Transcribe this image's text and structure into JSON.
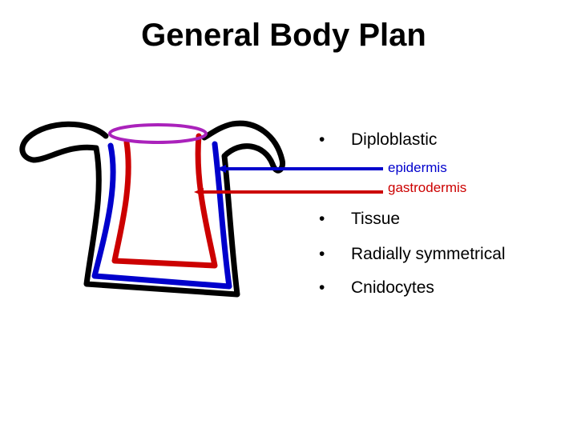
{
  "title": "General Body Plan",
  "bullets": [
    {
      "text": "Diploblastic"
    },
    {
      "text": "Tissue"
    },
    {
      "text": "Radially symmetrical"
    },
    {
      "text": "Cnidocytes"
    }
  ],
  "bullet_glyph": "•",
  "labels": {
    "epidermis": "epidermis",
    "gastrodermis": "gastrodermis"
  },
  "colors": {
    "epidermis": "#0000cc",
    "gastrodermis": "#cc0000",
    "mouth": "#aa22bb",
    "body_outline": "#000000"
  }
}
